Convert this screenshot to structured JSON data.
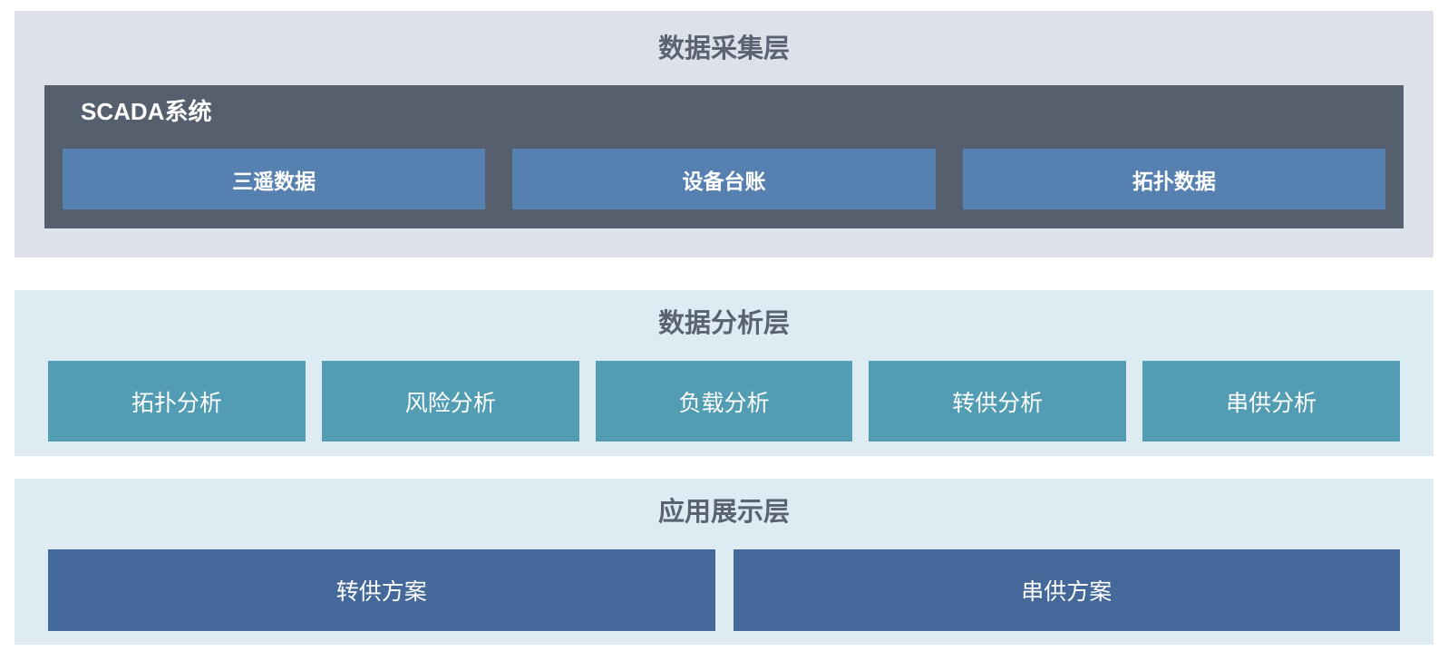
{
  "page": {
    "background": "#ffffff"
  },
  "colors": {
    "title_text": "#5b6271",
    "box_text": "#ffffff",
    "collection_layer_bg": "#dde1ea",
    "scada_container_bg": "#565f6e",
    "scada_box_bg": "#5580b0",
    "analysis_layer_bg": "#ddebf2",
    "analysis_box_bg": "#529cb4",
    "application_layer_bg": "#ddebf2",
    "application_box_bg": "#44689a"
  },
  "layers": {
    "collection": {
      "title": "数据采集层",
      "scada": {
        "label": "SCADA系统",
        "boxes": [
          {
            "label": "三遥数据"
          },
          {
            "label": "设备台账"
          },
          {
            "label": "拓扑数据"
          }
        ]
      }
    },
    "analysis": {
      "title": "数据分析层",
      "boxes": [
        {
          "label": "拓扑分析"
        },
        {
          "label": "风险分析"
        },
        {
          "label": "负载分析"
        },
        {
          "label": "转供分析"
        },
        {
          "label": "串供分析"
        }
      ]
    },
    "application": {
      "title": "应用展示层",
      "boxes": [
        {
          "label": "转供方案"
        },
        {
          "label": "串供方案"
        }
      ]
    }
  }
}
